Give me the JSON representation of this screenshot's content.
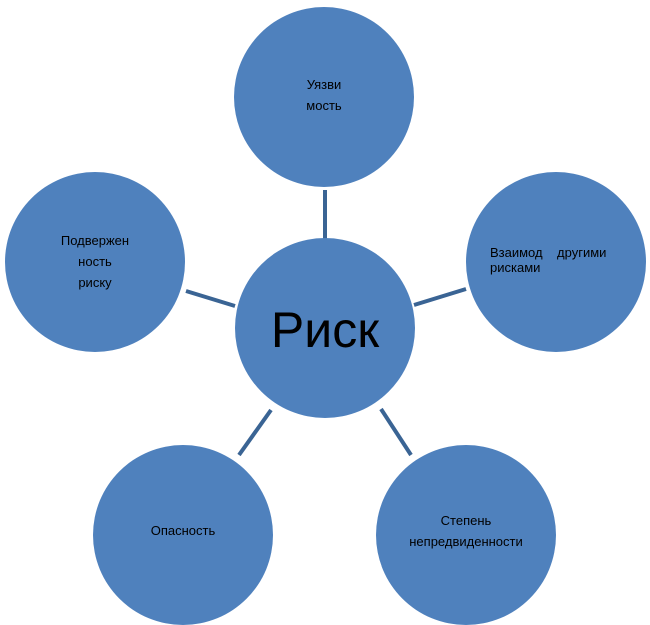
{
  "diagram": {
    "center": {
      "label": "Риск"
    },
    "nodes": [
      {
        "id": "vulnerability",
        "label": "Уязви\nмость"
      },
      {
        "id": "interaction",
        "label": "Взаимод    другими\nрисками"
      },
      {
        "id": "uncertainty",
        "label": "Степень\nнепредвиденности"
      },
      {
        "id": "danger",
        "label": "Опасность"
      },
      {
        "id": "exposure",
        "label": "Подвержен\nность\nриску"
      }
    ],
    "colors": {
      "node_fill": "#4f81bd",
      "connector": "#3a6494",
      "text": "#000000"
    }
  }
}
